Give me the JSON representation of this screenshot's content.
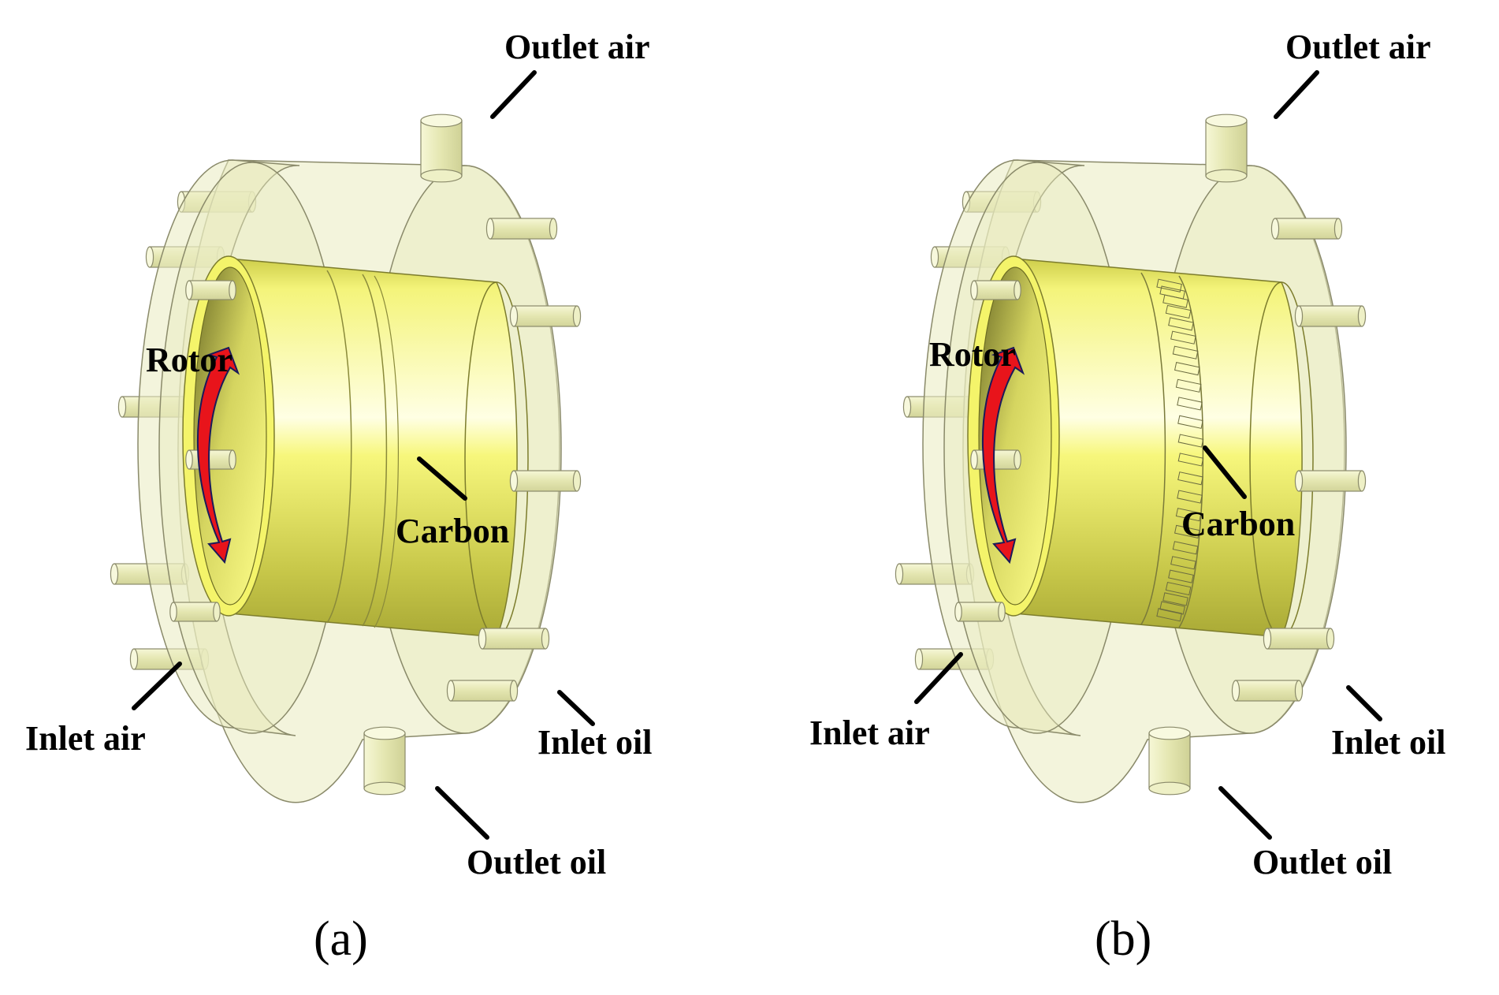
{
  "panels": [
    {
      "id": "a",
      "caption": "(a)",
      "variant": "plain",
      "labels": {
        "outlet_air": "Outlet air",
        "rotor": "Rotor",
        "carbon": "Carbon",
        "inlet_air": "Inlet air",
        "inlet_oil": "Inlet oil",
        "outlet_oil": "Outlet oil"
      }
    },
    {
      "id": "b",
      "caption": "(b)",
      "variant": "slotted",
      "labels": {
        "outlet_air": "Outlet air",
        "rotor": "Rotor",
        "carbon": "Carbon",
        "inlet_air": "Inlet air",
        "inlet_oil": "Inlet oil",
        "outlet_oil": "Outlet oil"
      }
    }
  ],
  "colors": {
    "rotor_yellow": "#fbfb86",
    "housing_fill": "#e9ebbf",
    "outline": "#8a8a6a",
    "arrow_red": "#e8141b",
    "leader": "#000000"
  }
}
